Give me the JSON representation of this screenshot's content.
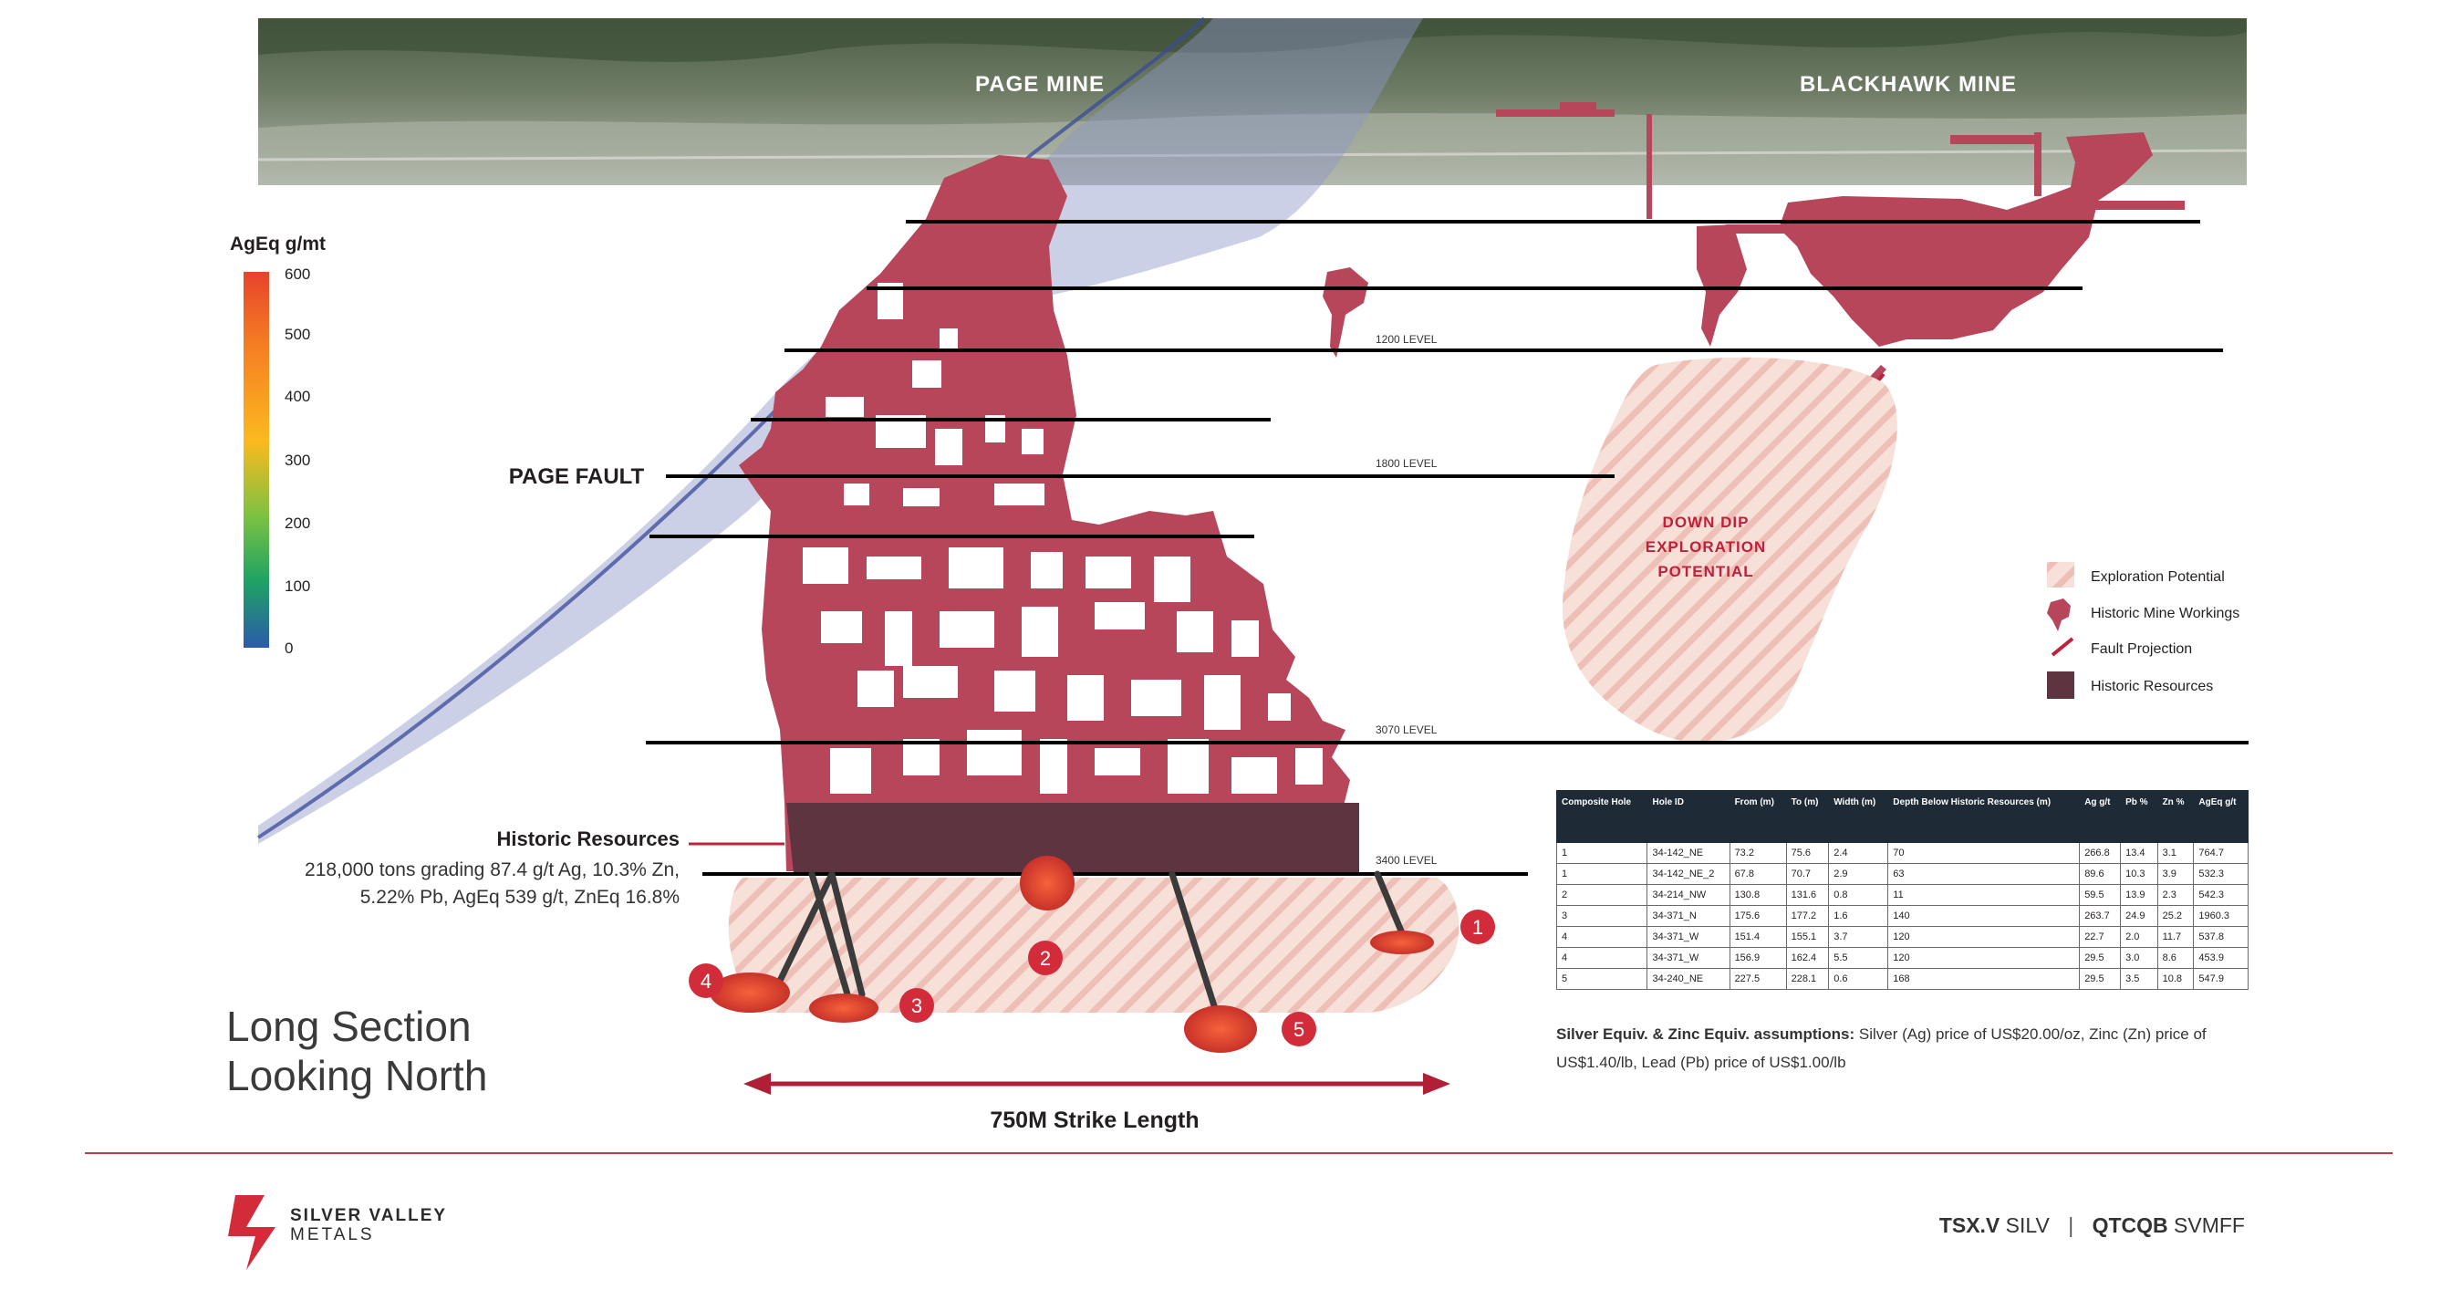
{
  "mines": {
    "page": "PAGE MINE",
    "blackhawk": "BLACKHAWK MINE"
  },
  "fault_label": "PAGE FAULT",
  "scale": {
    "title": "AgEq g/mt",
    "ticks": [
      "600",
      "500",
      "400",
      "300",
      "200",
      "100",
      "0"
    ],
    "colors": [
      "#e8432b",
      "#f57f22",
      "#fbb91f",
      "#7cc242",
      "#1fa363",
      "#2b5bab"
    ]
  },
  "levels": [
    "1200 LEVEL",
    "1800 LEVEL",
    "3070 LEVEL",
    "3400 LEVEL"
  ],
  "exploration_label": [
    "DOWN DIP",
    "EXPLORATION",
    "POTENTIAL"
  ],
  "legend": [
    {
      "label": "Exploration Potential",
      "icon": "hatch-swatch"
    },
    {
      "label": "Historic Mine Workings",
      "icon": "workings-glyph"
    },
    {
      "label": "Fault Projection",
      "icon": "dashed-line"
    },
    {
      "label": "Historic Resources",
      "icon": "dark-swatch"
    }
  ],
  "historic_resources": {
    "title": "Historic Resources",
    "lines": [
      "218,000 tons grading 87.4 g/t Ag, 10.3% Zn,",
      "5.22% Pb, AgEq 539 g/t, ZnEq 16.8%"
    ]
  },
  "hole_markers": [
    "1",
    "2",
    "3",
    "4",
    "5"
  ],
  "strike_label": "750M Strike Length",
  "section_title": [
    "Long Section",
    "Looking North"
  ],
  "table": {
    "headers": [
      "Composite Hole",
      "Hole ID",
      "From (m)",
      "To (m)",
      "Width (m)",
      "Depth Below Historic Resources (m)",
      "Ag g/t",
      "Pb %",
      "Zn %",
      "AgEq g/t"
    ],
    "rows": [
      [
        "1",
        "34-142_NE",
        "73.2",
        "75.6",
        "2.4",
        "70",
        "266.8",
        "13.4",
        "3.1",
        "764.7"
      ],
      [
        "1",
        "34-142_NE_2",
        "67.8",
        "70.7",
        "2.9",
        "63",
        "89.6",
        "10.3",
        "3.9",
        "532.3"
      ],
      [
        "2",
        "34-214_NW",
        "130.8",
        "131.6",
        "0.8",
        "11",
        "59.5",
        "13.9",
        "2.3",
        "542.3"
      ],
      [
        "3",
        "34-371_N",
        "175.6",
        "177.2",
        "1.6",
        "140",
        "263.7",
        "24.9",
        "25.2",
        "1960.3"
      ],
      [
        "4",
        "34-371_W",
        "151.4",
        "155.1",
        "3.7",
        "120",
        "22.7",
        "2.0",
        "11.7",
        "537.8"
      ],
      [
        "4",
        "34-371_W",
        "156.9",
        "162.4",
        "5.5",
        "120",
        "29.5",
        "3.0",
        "8.6",
        "453.9"
      ],
      [
        "5",
        "34-240_NE",
        "227.5",
        "228.1",
        "0.6",
        "168",
        "29.5",
        "3.5",
        "10.8",
        "547.9"
      ]
    ]
  },
  "assumptions": {
    "bold": "Silver Equiv. & Zinc Equiv. assumptions:",
    "text": " Silver (Ag) price of US$20.00/oz, Zinc (Zn) price of US$1.40/lb, Lead (Pb) price of US$1.00/lb"
  },
  "logo": {
    "line1": "SILVER VALLEY",
    "line2": "METALS"
  },
  "ticker": {
    "ex1": "TSX.V",
    "sym1": "SILV",
    "ex2": "QTCQB",
    "sym2": "SVMFF"
  },
  "colors": {
    "workings": "#b7465a",
    "resources": "#5f3441",
    "accent": "#c0203a",
    "fault": "#6a78b8"
  }
}
